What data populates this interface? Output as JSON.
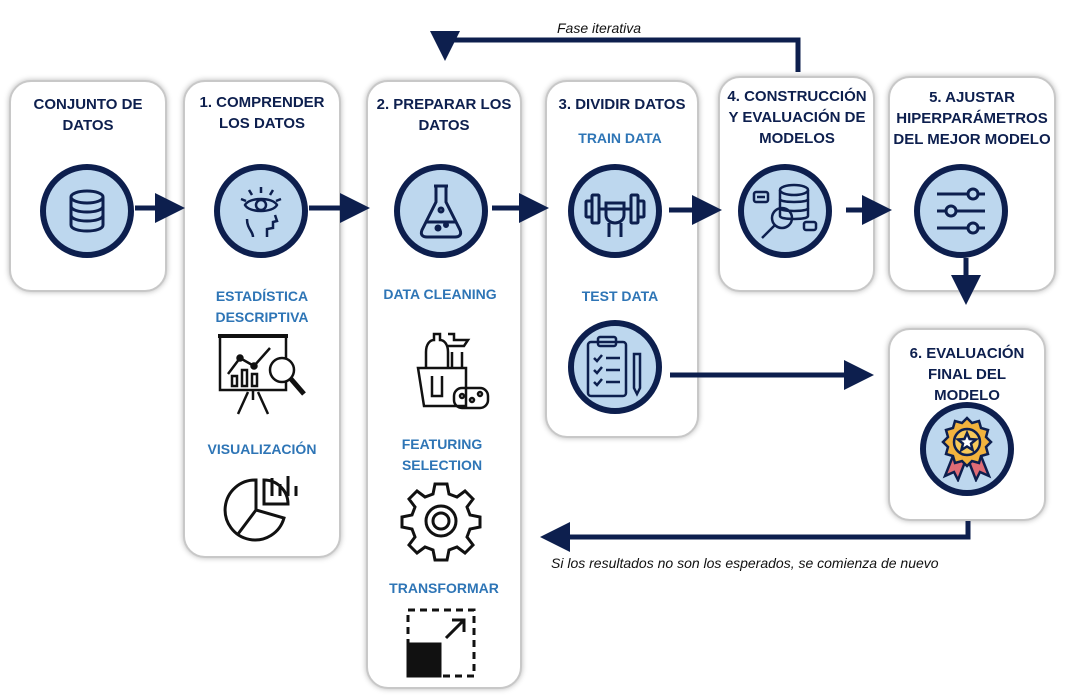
{
  "colors": {
    "navy": "#0d1f4e",
    "accent_blue": "#2e75b6",
    "circle_fill": "#bdd7ee",
    "box_border": "#c8c8c8"
  },
  "notes": {
    "iterative": "Fase iterativa",
    "restart": "Si los resultados no son los esperados, se comienza de nuevo"
  },
  "steps": [
    {
      "title": "CONJUNTO DE DATOS",
      "icon": "database-icon"
    },
    {
      "title": "1. COMPRENDER LOS DATOS",
      "icon": "head-eye-icon",
      "subs": [
        {
          "label": "ESTADÍSTICA DESCRIPTIVA",
          "icon": "presentation-board-icon"
        },
        {
          "label": "VISUALIZACIÓN",
          "icon": "pie-chart-icon"
        }
      ]
    },
    {
      "title": "2. PREPARAR LOS DATOS",
      "icon": "flask-icon",
      "subs": [
        {
          "label": "DATA CLEANING",
          "icon": "cleaning-supplies-icon"
        },
        {
          "label": "FEATURING SELECTION",
          "icon": "gear-icon"
        },
        {
          "label": "TRANSFORMAR",
          "icon": "resize-icon"
        }
      ]
    },
    {
      "title": "3. DIVIDIR DATOS",
      "icon": "dumbbell-icon",
      "subs": [
        {
          "label": "TRAIN DATA",
          "icon": "dumbbell-icon"
        },
        {
          "label": "TEST DATA",
          "icon": "clipboard-checklist-icon"
        }
      ]
    },
    {
      "title": "4. CONSTRUCCIÓN Y EVALUACIÓN DE MODELOS",
      "icon": "data-search-icon"
    },
    {
      "title": "5. AJUSTAR HIPERPARÁMETROS DEL MEJOR MODELO",
      "icon": "sliders-icon"
    },
    {
      "title": "6. EVALUACIÓN FINAL DEL MODELO",
      "icon": "award-badge-icon"
    }
  ]
}
